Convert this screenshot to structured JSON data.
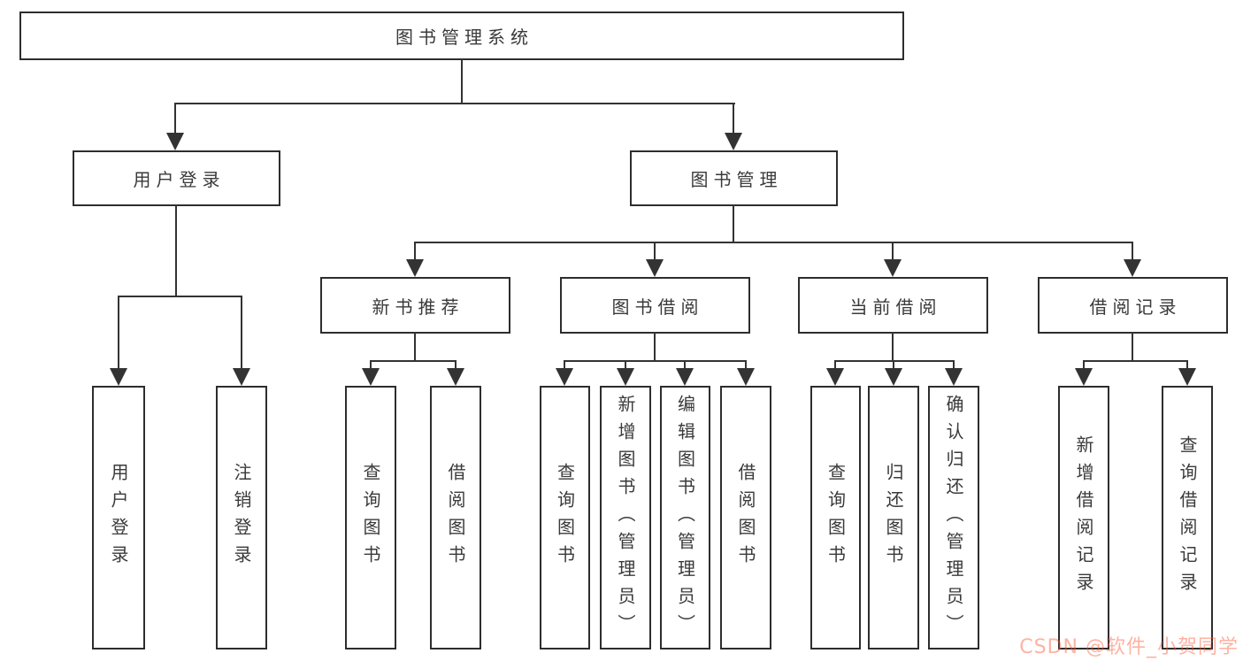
{
  "nodes": {
    "root": "图书管理系统",
    "level2": [
      "用户登录",
      "图书管理"
    ],
    "level3": [
      "新书推荐",
      "图书借阅",
      "当前借阅",
      "借阅记录"
    ],
    "login_children": [
      "用户登录",
      "注销登录"
    ],
    "newbook_children": [
      "查询图书",
      "借阅图书"
    ],
    "borrow_children": [
      "查询图书",
      "新增图书（管理员）",
      "编辑图书（管理员）",
      "借阅图书"
    ],
    "current_children": [
      "查询图书",
      "归还图书",
      "确认归还（管理员）"
    ],
    "record_children": [
      "新增借阅记录",
      "查询借阅记录"
    ]
  },
  "watermark": {
    "text": "CSDN @软件_小贺同学",
    "base_color": "#fc5531",
    "rendered_color": "rgba(252,85,49,0.45)"
  },
  "colors": {
    "line": "#333333",
    "box_border": "#2d2d2d",
    "text": "#3a3a3a",
    "background": "#ffffff"
  }
}
